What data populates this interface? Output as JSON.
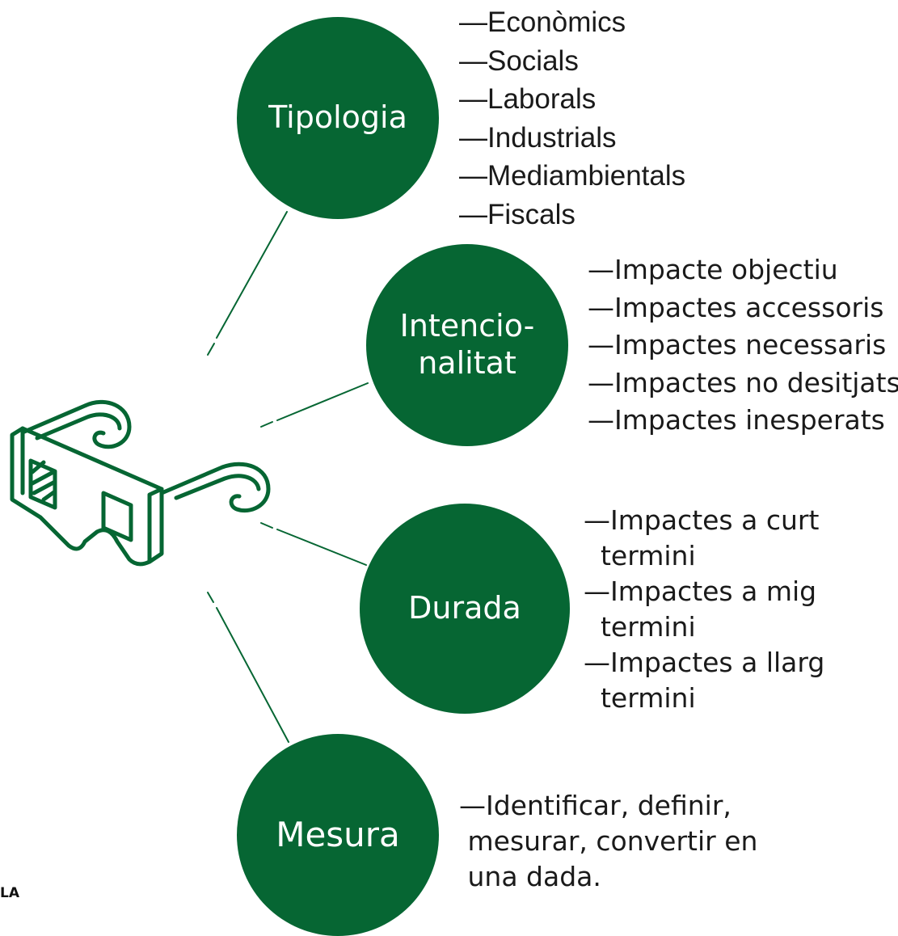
{
  "nodes": [
    {
      "label": "Tipologia",
      "items": [
        "—Econòmics",
        "—Socials",
        "—Laborals",
        "—Industrials",
        "—Mediambientals",
        "—Fiscals"
      ]
    },
    {
      "label": "Intencio-\nnalitat",
      "items": [
        "—Impacte objectiu",
        "—Impactes accessoris",
        "—Impactes necessaris",
        "—Impactes no desitjats",
        "—Impactes inesperats"
      ]
    },
    {
      "label": "Durada",
      "items": [
        "—Impactes a curt\n  termini",
        "—Impactes a mig\n  termini",
        "—Impactes a llarg\n  termini"
      ]
    },
    {
      "label": "Mesura",
      "items": [
        "—Identificar, definir,\n mesurar, convertir en\n una dada."
      ]
    }
  ],
  "corner_text": "LA",
  "colors": {
    "circle_fill": "#066633",
    "connector": "#066633",
    "icon_stroke": "#066633",
    "circle_text": "#ffffff",
    "list_text": "#1a1a1a"
  },
  "icons": {
    "central": "3d-glasses-icon"
  }
}
